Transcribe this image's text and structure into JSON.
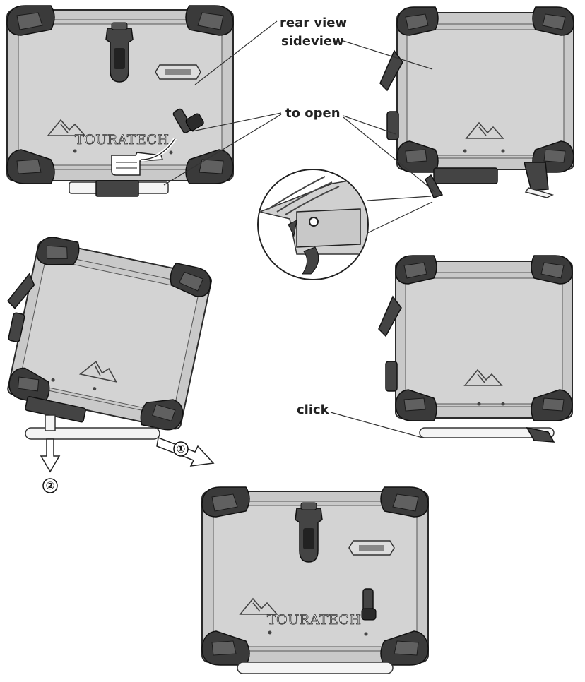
{
  "labels": {
    "rear_view": "rear view",
    "sideview": "sideview",
    "to_open": "to open",
    "click": "click",
    "step_1": "①",
    "step_2": "②"
  },
  "brand_text": "TOURATECH",
  "colors": {
    "case_body": "#c9c9c9",
    "case_panel": "#d3d3d3",
    "corner_protector": "#3a3a3a",
    "outline": "#2b2b2b",
    "label_text": "#222222"
  }
}
